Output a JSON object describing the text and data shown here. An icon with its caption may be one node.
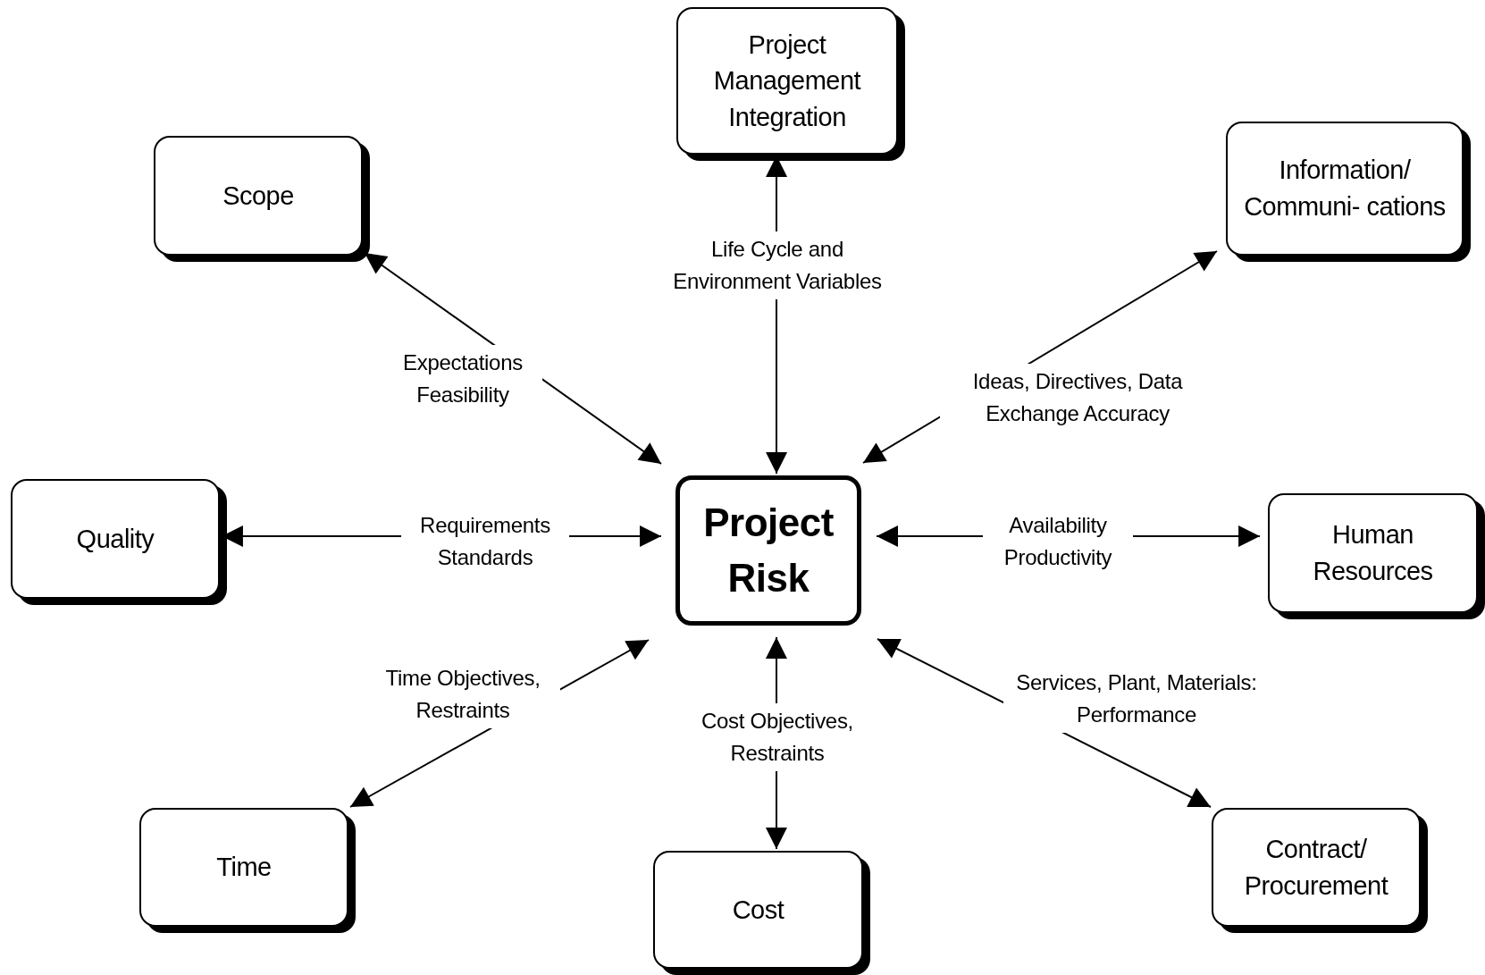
{
  "diagram": {
    "nodes": [
      {
        "text": [
          "Project Management Integration"
        ]
      },
      {
        "text": [
          "Scope"
        ]
      },
      {
        "text": [
          "Information/ Communi- cations"
        ]
      },
      {
        "text": [
          "Quality"
        ]
      },
      {
        "text": [
          "Project Risk"
        ]
      },
      {
        "text": [
          "Human Resources"
        ]
      },
      {
        "text": [
          "Time"
        ]
      },
      {
        "text": [
          "Cost"
        ]
      },
      {
        "text": [
          "Contract/ Procurement"
        ]
      }
    ],
    "edges": [
      {
        "from": 4,
        "to": 0,
        "arrow": "both",
        "label": "Life Cycle and Environment Variables"
      },
      {
        "from": 4,
        "to": 1,
        "arrow": "both",
        "label": "Expectations Feasibility"
      },
      {
        "from": 4,
        "to": 2,
        "arrow": "both",
        "label": "Ideas, Directives, Data Exchange Accuracy"
      },
      {
        "from": 4,
        "to": 3,
        "arrow": "both",
        "label": "Requirements Standards"
      },
      {
        "from": 4,
        "to": 5,
        "arrow": "both",
        "label": "Availability Productivity"
      },
      {
        "from": 4,
        "to": 6,
        "arrow": "both",
        "label": "Time Objectives, Restraints"
      },
      {
        "from": 4,
        "to": 7,
        "arrow": "both",
        "label": "Cost Objectives, Restraints"
      },
      {
        "from": 4,
        "to": 8,
        "arrow": "both",
        "label": "Services, Plant, Materials: Performance"
      }
    ]
  }
}
